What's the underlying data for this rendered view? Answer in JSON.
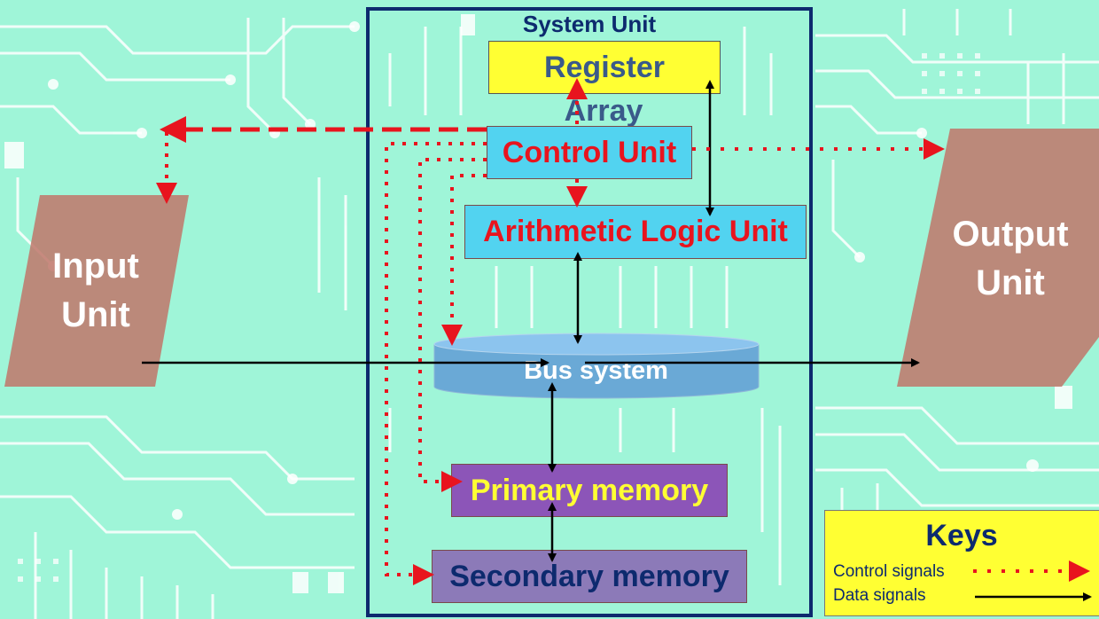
{
  "system_unit": {
    "title": "System Unit"
  },
  "register": {
    "label": "Register"
  },
  "array": {
    "label": "Array"
  },
  "control_unit": {
    "label": "Control Unit"
  },
  "alu": {
    "label": "Arithmetic Logic Unit"
  },
  "bus": {
    "label": "Bus system"
  },
  "primary_memory": {
    "label": "Primary memory"
  },
  "secondary_memory": {
    "label": "Secondary memory"
  },
  "input_unit": {
    "line1": "Input",
    "line2": "Unit"
  },
  "output_unit": {
    "line1": "Output",
    "line2": "Unit"
  },
  "keys": {
    "title": "Keys",
    "control_label": "Control signals",
    "data_label": "Data signals"
  },
  "colors": {
    "background": "#9ff5d8",
    "circuit_trace": "#ffffff",
    "system_border": "#0d2a6e",
    "control_signal": "#e8141e",
    "data_signal": "#000000",
    "register_fill": "#ffff33",
    "cu_alu_fill": "#52d3f0",
    "primary_fill": "#8c55b8",
    "secondary_fill": "#8c7ab8",
    "io_fill": "#c0766a"
  }
}
